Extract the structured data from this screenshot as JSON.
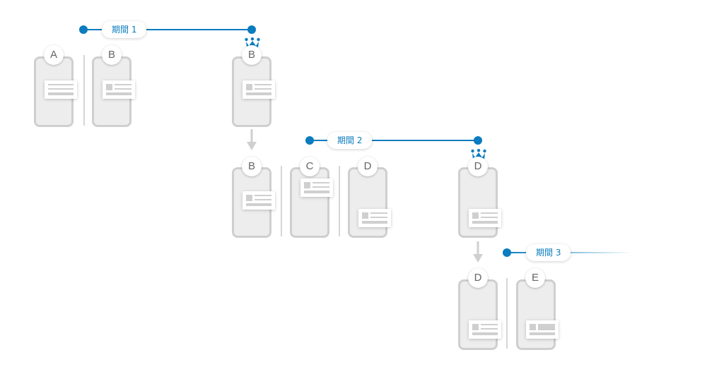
{
  "periods": [
    "期間 1",
    "期間 2",
    "期間 3"
  ],
  "phones": {
    "p1_a": "A",
    "p1_b": "B",
    "winner1": "B",
    "p2_b": "B",
    "p2_c": "C",
    "p2_d": "D",
    "winner2": "D",
    "p3_d": "D",
    "p3_e": "E"
  },
  "colors": {
    "accent": "#0a7cbf",
    "phone_fill": "#ededed",
    "phone_border": "#cfcfcf",
    "text": "#666666"
  },
  "icons": [
    "crown-icon",
    "down-arrow-icon",
    "ad-card-icon"
  ]
}
